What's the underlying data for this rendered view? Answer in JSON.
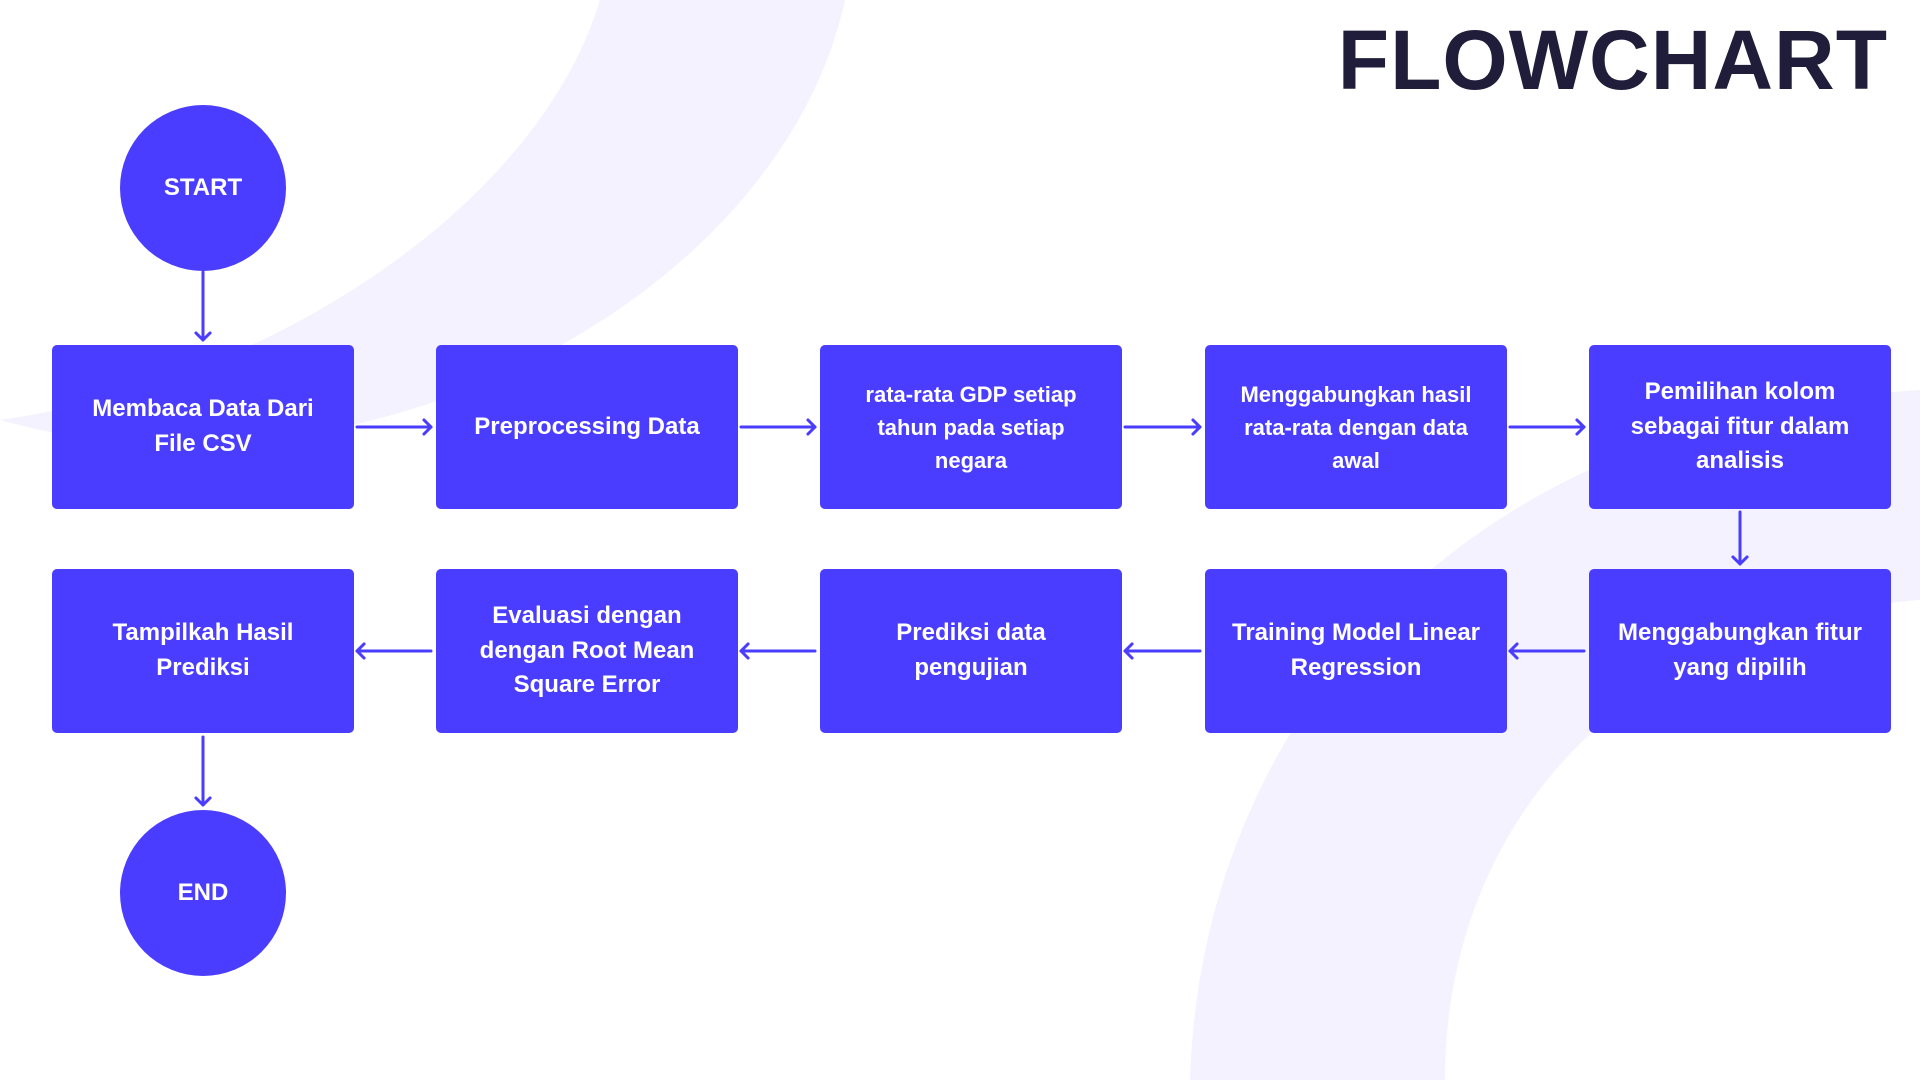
{
  "title": "FLOWCHART",
  "colors": {
    "node": "#4a3dff",
    "arrow": "#4a3dff",
    "title": "#1f1d3a",
    "background_shape": "#f3f2fe"
  },
  "nodes": {
    "start": "START",
    "end": "END",
    "read_csv": "Membaca Data Dari File CSV",
    "preprocessing": "Preprocessing Data",
    "gdp_average": "rata-rata GDP setiap tahun pada setiap negara",
    "merge_average": "Menggabungkan hasil rata-rata dengan data awal",
    "column_selection": "Pemilihan kolom sebagai fitur dalam analisis",
    "merge_features": "Menggabungkan fitur yang dipilih",
    "training": "Training Model Linear Regression",
    "prediction": "Prediksi data pengujian",
    "evaluation": "Evaluasi dengan dengan Root Mean Square Error",
    "show_results": "Tampilkah Hasil Prediksi"
  }
}
